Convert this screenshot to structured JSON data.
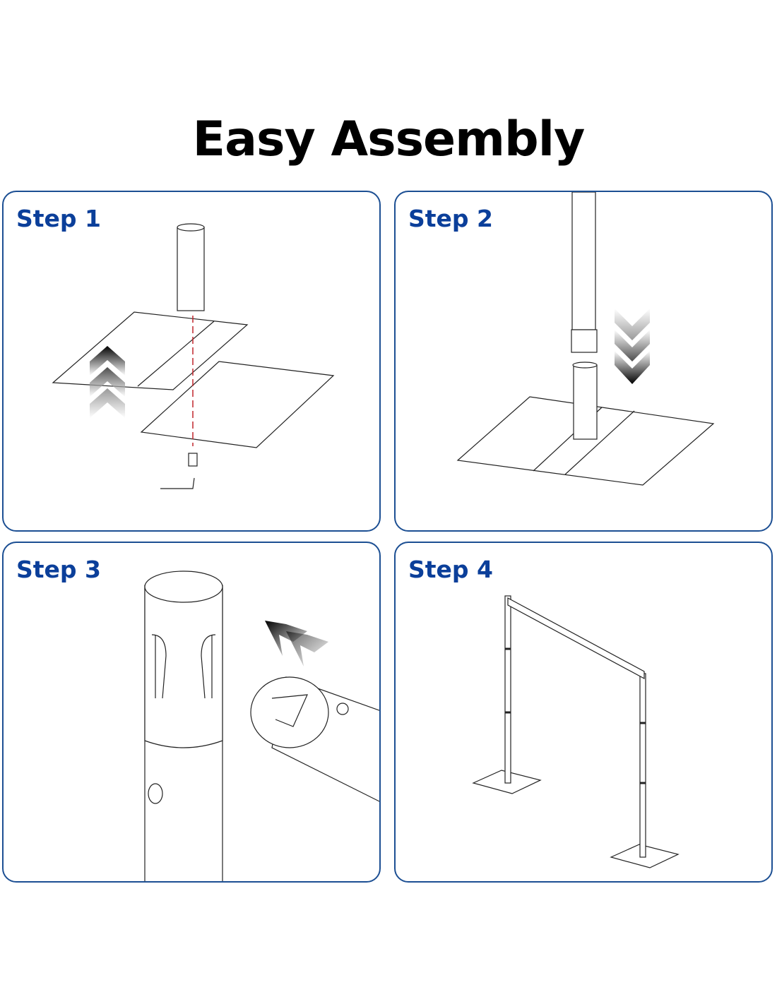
{
  "title": "Easy Assembly",
  "steps": [
    {
      "label": "Step 1"
    },
    {
      "label": "Step 2"
    },
    {
      "label": "Step 3"
    },
    {
      "label": "Step 4"
    }
  ],
  "colors": {
    "accent": "#0b3f9a",
    "border": "#1c4f93",
    "guide_line": "#c0272d"
  }
}
